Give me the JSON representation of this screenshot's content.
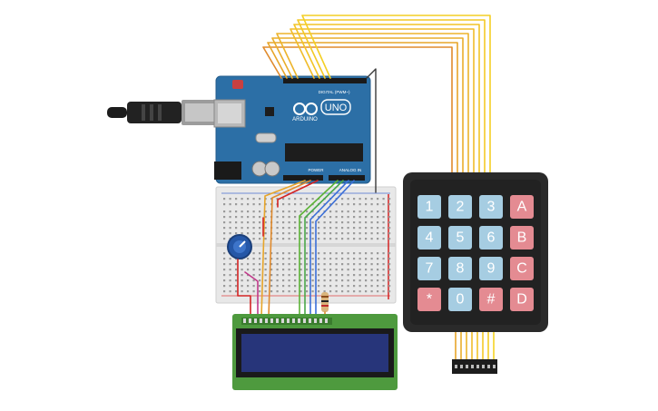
{
  "arduino": {
    "brand": "ARDUINO",
    "model": "UNO",
    "digital_label": "DIGITAL (PWM~)",
    "power_label": "POWER",
    "analog_label": "ANALOG IN"
  },
  "keypad": {
    "rows": [
      [
        {
          "label": "1",
          "kind": "num"
        },
        {
          "label": "2",
          "kind": "num"
        },
        {
          "label": "3",
          "kind": "num"
        },
        {
          "label": "A",
          "kind": "letter"
        }
      ],
      [
        {
          "label": "4",
          "kind": "num"
        },
        {
          "label": "5",
          "kind": "num"
        },
        {
          "label": "6",
          "kind": "num"
        },
        {
          "label": "B",
          "kind": "letter"
        }
      ],
      [
        {
          "label": "7",
          "kind": "num"
        },
        {
          "label": "8",
          "kind": "num"
        },
        {
          "label": "9",
          "kind": "num"
        },
        {
          "label": "C",
          "kind": "letter"
        }
      ],
      [
        {
          "label": "*",
          "kind": "letter"
        },
        {
          "label": "0",
          "kind": "num"
        },
        {
          "label": "#",
          "kind": "letter"
        },
        {
          "label": "D",
          "kind": "letter"
        }
      ]
    ]
  },
  "colors": {
    "board": "#2c6fa6",
    "keypad_body": "#2a2a2a",
    "key_num": "#a6cde2",
    "key_letter": "#e48b92",
    "lcd_pcb": "#4e9a3e",
    "lcd_screen": "#27357a",
    "breadboard": "#e8e8e8",
    "wire_orange": "#e7a52a",
    "wire_yellow": "#f2c427",
    "wire_red": "#d42424",
    "wire_green": "#5cb337",
    "wire_blue": "#3b6fd8"
  }
}
